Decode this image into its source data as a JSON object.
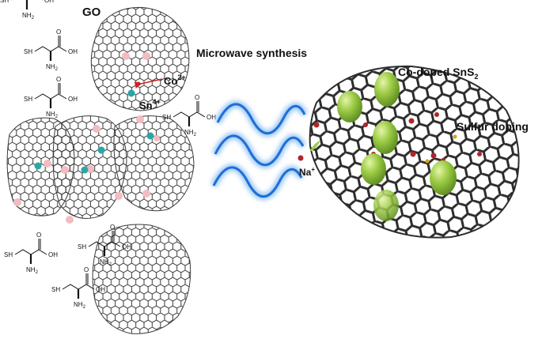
{
  "labels": {
    "go": "GO",
    "co_base": "Co",
    "co_sup": "2+",
    "sn_base": "Sn",
    "sn_sup": "4+",
    "microwave": "Microwave synthesis",
    "product_base": "Co-doped SnS",
    "product_sub": "2",
    "sulfur": "Sulfur doping",
    "na_base": "Na",
    "na_sup": "+"
  },
  "molecule": {
    "sh": "SH",
    "oh": "OH",
    "nh2_base": "NH",
    "nh2_sub": "2",
    "o": "O"
  },
  "colors": {
    "graphene": "#3a3a3a",
    "co_ion": "#2aa6a6",
    "sn_ion": "#f2bcc0",
    "wave": "#1e6fd6",
    "wave_glow": "#9cc8f5",
    "sns2": "#8cbf3a",
    "red_dot": "#b3242b",
    "arrow": "#d42020"
  }
}
